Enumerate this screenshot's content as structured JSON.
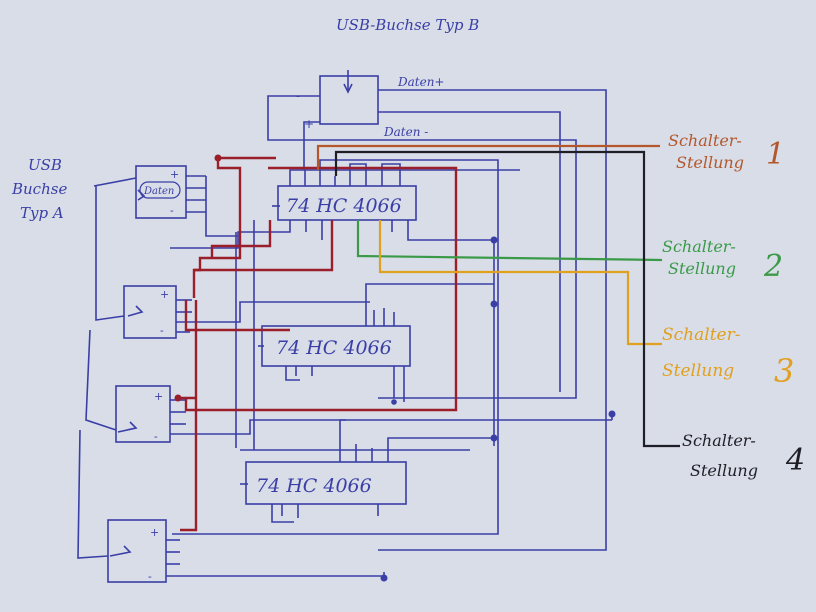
{
  "labels": {
    "usb_b": "USB-Buchse Typ B",
    "usb_a_1": "USB",
    "usb_a_2": "Buchse",
    "usb_a_3": "Typ A",
    "daten_plus": "Daten+",
    "daten_minus": "Daten -",
    "daten_a": "Daten",
    "chip": "74 HC 4066",
    "plus": "+",
    "minus": "-",
    "schalter": [
      {
        "line1": "Schalter-",
        "line2": "Stellung",
        "num": "1"
      },
      {
        "line1": "Schalter-",
        "line2": "Stellung",
        "num": "2"
      },
      {
        "line1": "Schalter-",
        "line2": "Stellung",
        "num": "3"
      },
      {
        "line1": "Schalter-",
        "line2": "Stellung",
        "num": "4"
      }
    ]
  },
  "colors": {
    "paper": "#d8dde8",
    "ink_blue": "#3a3fa6",
    "red": "#9a1f2a",
    "orange_brown": "#b4582c",
    "green": "#3b9a48",
    "yellow": "#e0a020",
    "black": "#1e1e24"
  }
}
